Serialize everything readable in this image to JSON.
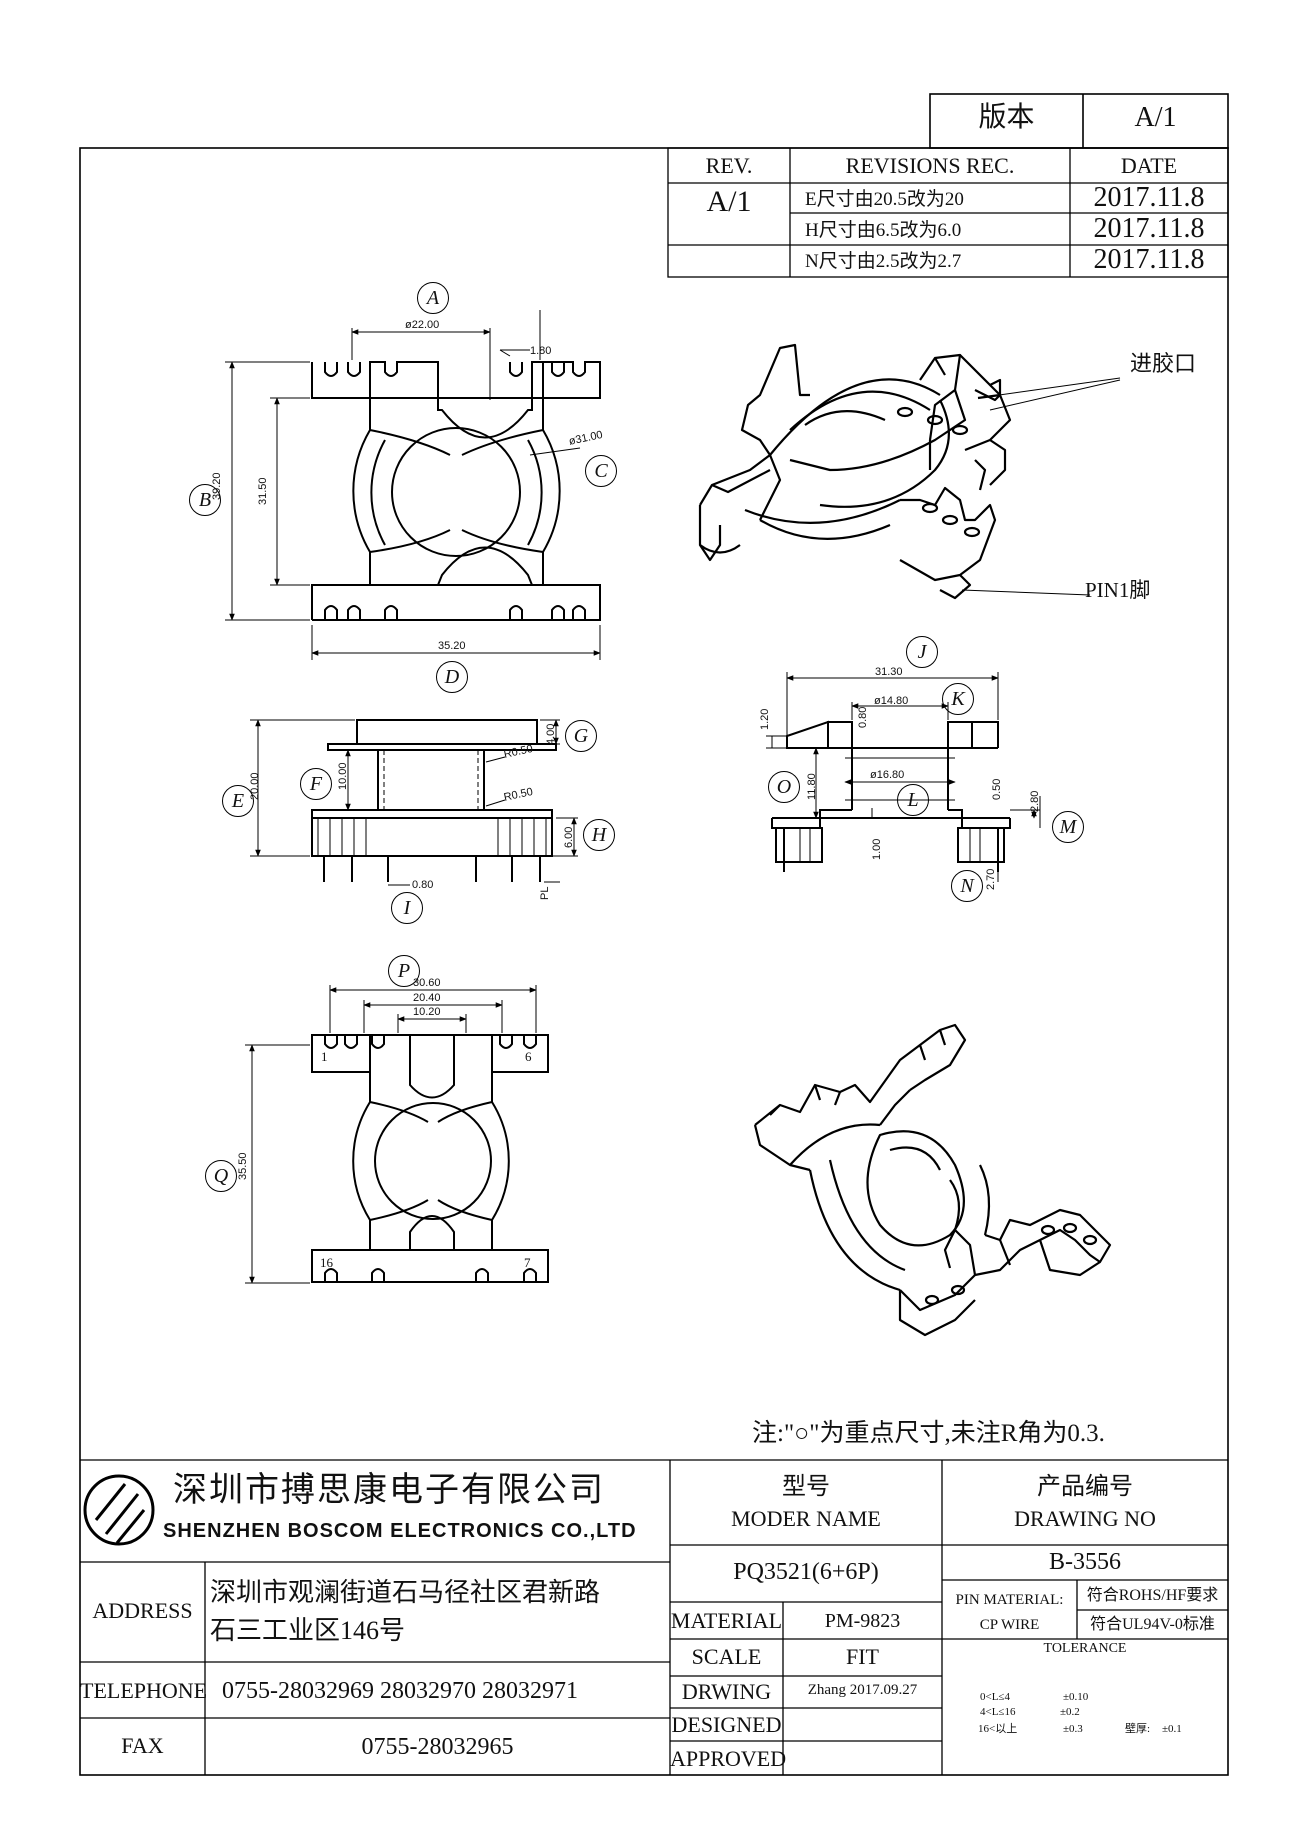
{
  "version_box": {
    "label": "版本",
    "value": "A/1"
  },
  "revisions": {
    "headers": {
      "rev": "REV.",
      "rec": "REVISIONS REC.",
      "date": "DATE"
    },
    "rev_value": "A/1",
    "rows": [
      {
        "rec": "E尺寸由20.5改为20",
        "date": "2017.11.8"
      },
      {
        "rec": "H尺寸由6.5改为6.0",
        "date": "2017.11.8"
      },
      {
        "rec": "N尺寸由2.5改为2.7",
        "date": "2017.11.8"
      }
    ]
  },
  "labels": {
    "A": "A",
    "B": "B",
    "C": "C",
    "D": "D",
    "E": "E",
    "F": "F",
    "G": "G",
    "H": "H",
    "I": "I",
    "J": "J",
    "K": "K",
    "L": "L",
    "M": "M",
    "N": "N",
    "O": "O",
    "P": "P",
    "Q": "Q"
  },
  "dims_top": {
    "d1": "ø22.00",
    "d2": "1.80",
    "d3": "ø31.00",
    "d4": "39.20",
    "d5": "31.50",
    "d6": "35.20"
  },
  "dims_side": {
    "d1": "20.00",
    "d2": "10.00",
    "d3": "4.00",
    "d4": "R0.50",
    "d5": "R0.50",
    "d6": "6.00",
    "d7": "0.80",
    "d8": "PL"
  },
  "dims_section": {
    "d1": "31.30",
    "d2": "ø14.80",
    "d3": "0.80",
    "d4": "1.20",
    "d5": "11.80",
    "d6": "ø16.80",
    "d7": "0.50",
    "d8": "2.80",
    "d9": "1.00",
    "d10": "2.70"
  },
  "dims_bottom": {
    "d1": "30.60",
    "d2": "20.40",
    "d3": "10.20",
    "d4": "35.50"
  },
  "pins": {
    "p1": "1",
    "p6": "6",
    "p16": "16",
    "p7": "7"
  },
  "callouts": {
    "gate": "进胶口",
    "pin1": "PIN1脚"
  },
  "note": "注:\"○\"为重点尺寸,未注R角为0.3.",
  "company": {
    "cn": "深圳市搏思康电子有限公司",
    "en": "SHENZHEN BOSCOM ELECTRONICS CO.,LTD"
  },
  "address": {
    "label": "ADDRESS",
    "line1": "深圳市观澜街道石马径社区君新路",
    "line2": "石三工业区146号"
  },
  "telephone": {
    "label": "TELEPHONE",
    "value": "0755-28032969 28032970 28032971"
  },
  "fax": {
    "label": "FAX",
    "value": "0755-28032965"
  },
  "model": {
    "label_cn": "型号",
    "label_en": "MODER NAME",
    "value": "PQ3521(6+6P)"
  },
  "drawing_no": {
    "label_cn": "产品编号",
    "label_en": "DRAWING NO",
    "value": "B-3556"
  },
  "material": {
    "label": "MATERIAL",
    "value": "PM-9823"
  },
  "scale": {
    "label": "SCALE",
    "value": "FIT"
  },
  "drwing": {
    "label": "DRWING",
    "value": "Zhang 2017.09.27"
  },
  "designed": {
    "label": "DESIGNED",
    "value": ""
  },
  "approved": {
    "label": "APPROVED",
    "value": ""
  },
  "pin_material": {
    "label": "PIN MATERIAL:",
    "value": "符合ROHS/HF要求"
  },
  "cp_wire": {
    "label": "CP WIRE",
    "value": "符合UL94V-0标准"
  },
  "tolerance": {
    "title": "TOLERANCE",
    "r1_range": "0<L≤4",
    "r1_tol": "±0.10",
    "r2_range": "4<L≤16",
    "r2_tol": "±0.2",
    "r3_range": "16<以上",
    "r3_tol": "±0.3",
    "wall_label": "壁厚:",
    "wall_tol": "±0.1"
  }
}
